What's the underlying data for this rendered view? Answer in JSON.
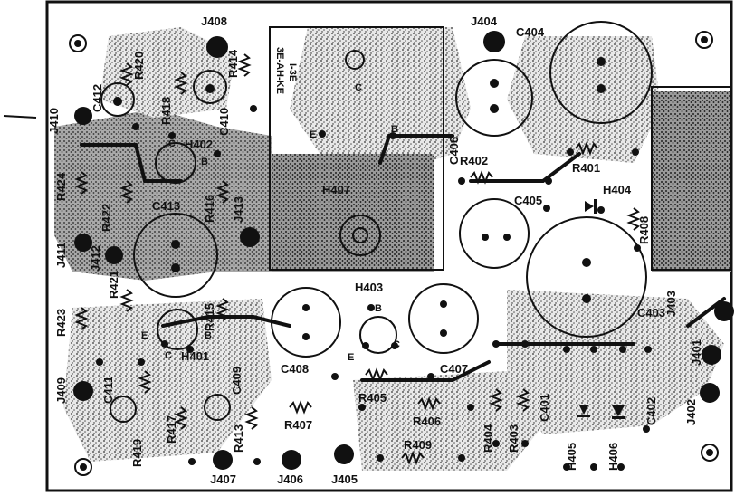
{
  "board": {
    "components": [
      {
        "id": "J410",
        "label": "J410",
        "kind": "jack"
      },
      {
        "id": "C412",
        "label": "C412",
        "kind": "capacitor"
      },
      {
        "id": "R420",
        "label": "R420",
        "kind": "resistor"
      },
      {
        "id": "R418",
        "label": "R418",
        "kind": "resistor"
      },
      {
        "id": "J408",
        "label": "J408",
        "kind": "jack"
      },
      {
        "id": "R414",
        "label": "R414",
        "kind": "resistor"
      },
      {
        "id": "C410",
        "label": "C410",
        "kind": "capacitor"
      },
      {
        "id": "H402",
        "label": "H402",
        "kind": "transistor"
      },
      {
        "id": "R424",
        "label": "R424",
        "kind": "resistor"
      },
      {
        "id": "R422",
        "label": "R422",
        "kind": "resistor"
      },
      {
        "id": "C413",
        "label": "C413",
        "kind": "capacitor"
      },
      {
        "id": "R416",
        "label": "R416",
        "kind": "resistor"
      },
      {
        "id": "J413",
        "label": "J413",
        "kind": "jack"
      },
      {
        "id": "J411",
        "label": "J411",
        "kind": "jack"
      },
      {
        "id": "J412",
        "label": "J412",
        "kind": "jack"
      },
      {
        "id": "R421",
        "label": "R421",
        "kind": "resistor"
      },
      {
        "id": "R423",
        "label": "R423",
        "kind": "resistor"
      },
      {
        "id": "R415",
        "label": "R415",
        "kind": "resistor"
      },
      {
        "id": "H401",
        "label": "H401",
        "kind": "transistor"
      },
      {
        "id": "J409",
        "label": "J409",
        "kind": "jack"
      },
      {
        "id": "C411",
        "label": "C411",
        "kind": "capacitor"
      },
      {
        "id": "C409",
        "label": "C409",
        "kind": "capacitor"
      },
      {
        "id": "R419",
        "label": "R419",
        "kind": "resistor"
      },
      {
        "id": "R417",
        "label": "R417",
        "kind": "resistor"
      },
      {
        "id": "R413",
        "label": "R413",
        "kind": "resistor"
      },
      {
        "id": "J407",
        "label": "J407",
        "kind": "jack"
      },
      {
        "id": "J406",
        "label": "J406",
        "kind": "jack"
      },
      {
        "id": "J405",
        "label": "J405",
        "kind": "jack"
      },
      {
        "id": "R407",
        "label": "R407",
        "kind": "resistor"
      },
      {
        "id": "H407",
        "label": "H407",
        "kind": "module"
      },
      {
        "id": "J404",
        "label": "J404",
        "kind": "jack"
      },
      {
        "id": "C404",
        "label": "C404",
        "kind": "capacitor"
      },
      {
        "id": "C406",
        "label": "C406",
        "kind": "capacitor"
      },
      {
        "id": "R402",
        "label": "R402",
        "kind": "resistor"
      },
      {
        "id": "R401",
        "label": "R401",
        "kind": "resistor"
      },
      {
        "id": "C405",
        "label": "C405",
        "kind": "capacitor"
      },
      {
        "id": "H404",
        "label": "H404",
        "kind": "diode"
      },
      {
        "id": "R408",
        "label": "R408",
        "kind": "resistor"
      },
      {
        "id": "H403",
        "label": "H403",
        "kind": "transistor"
      },
      {
        "id": "C408",
        "label": "C408",
        "kind": "capacitor"
      },
      {
        "id": "C407",
        "label": "C407",
        "kind": "capacitor"
      },
      {
        "id": "R405",
        "label": "R405",
        "kind": "resistor"
      },
      {
        "id": "R406",
        "label": "R406",
        "kind": "resistor"
      },
      {
        "id": "R404",
        "label": "R404",
        "kind": "resistor"
      },
      {
        "id": "R403",
        "label": "R403",
        "kind": "resistor"
      },
      {
        "id": "R409",
        "label": "R409",
        "kind": "resistor"
      },
      {
        "id": "C401",
        "label": "C401",
        "kind": "capacitor"
      },
      {
        "id": "H405",
        "label": "H405",
        "kind": "diode"
      },
      {
        "id": "H406",
        "label": "H406",
        "kind": "diode"
      },
      {
        "id": "C402",
        "label": "C402",
        "kind": "capacitor"
      },
      {
        "id": "C403",
        "label": "C403",
        "kind": "capacitor"
      },
      {
        "id": "J403",
        "label": "J403",
        "kind": "jack"
      },
      {
        "id": "J401",
        "label": "J401",
        "kind": "jack"
      },
      {
        "id": "J402",
        "label": "J402",
        "kind": "jack"
      }
    ],
    "pin_labels": {
      "e_left": "E",
      "b_left": "B",
      "c_left": "C",
      "e_mid": "E",
      "b_mid": "B",
      "c_mid": "C",
      "h402_c": "C",
      "h402_b": "B",
      "h401_e": "E",
      "h401_b": "B",
      "h401_c": "C",
      "h403_e": "E",
      "h403_b": "B",
      "h403_c": "C"
    },
    "module_text": {
      "part": "3E-AH-KE",
      "rev": "I-3E"
    },
    "colors": {
      "board": "#1a1a1a",
      "copper": "#3a3a3a",
      "paper": "#ffffff"
    }
  }
}
